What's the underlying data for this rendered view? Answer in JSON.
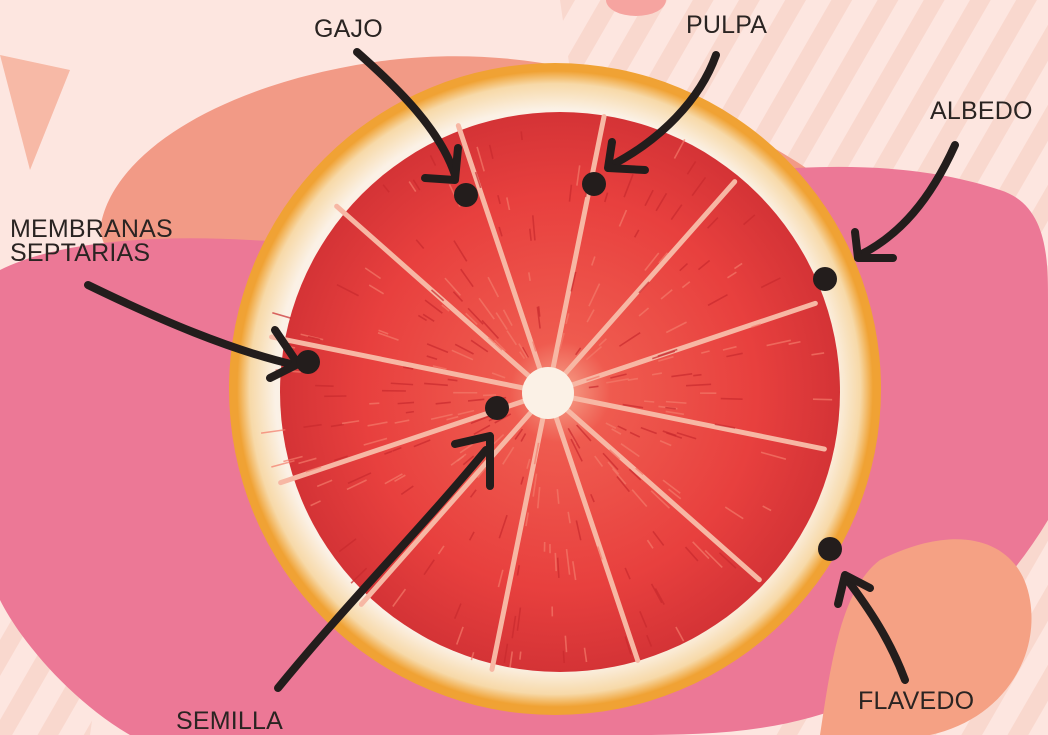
{
  "colors": {
    "background": "#fde6e0",
    "stripes": "#f9d6cc",
    "blob_salmon": "#f29a86",
    "blob_pink": "#ec7896",
    "blob_mid": "#f08b8c",
    "rind_outer": "#f4a63a",
    "albedo": "#fbf1e6",
    "pulp": "#ea3f3c",
    "pulp_dark": "#c92a2e",
    "membrane": "#f7b7a4",
    "marker": "#231d1c"
  },
  "labels": {
    "gajo": "GAJO",
    "pulpa": "PULPA",
    "albedo": "ALBEDO",
    "membranas_line1": "MEMBRANAS",
    "membranas_line2": "SEPTARIAS",
    "semilla": "SEMILLA",
    "flavedo": "FLAVEDO"
  },
  "segments_count": 12
}
